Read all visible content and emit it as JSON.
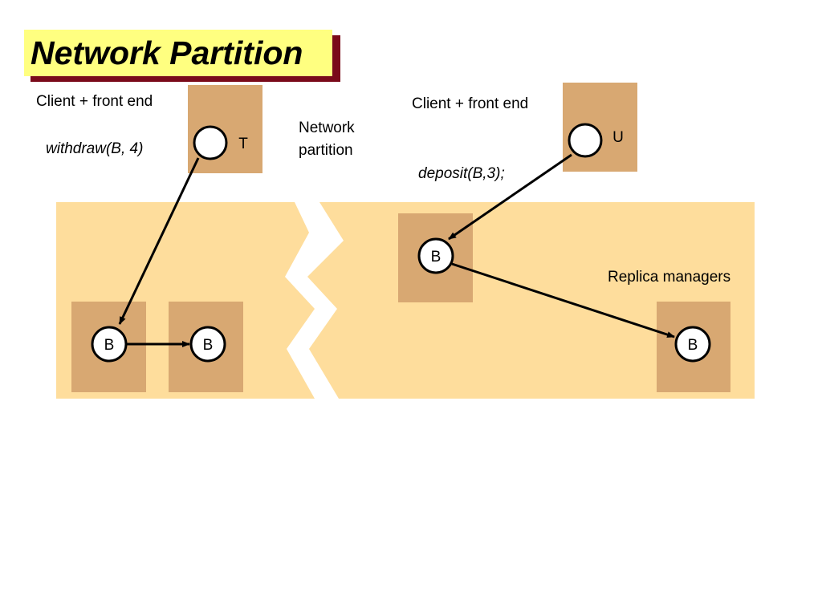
{
  "title": "Network Partition",
  "left_client": {
    "label": "Client + front end",
    "operation": "withdraw(B, 4)",
    "transaction": "T"
  },
  "right_client": {
    "label": "Client + front end",
    "operation": "deposit(B,3);",
    "transaction": "U"
  },
  "partition_label_line1": "Network",
  "partition_label_line2": "partition",
  "replica_managers_label": "Replica managers",
  "replica_label": "B",
  "colors": {
    "region": "#fedd9c",
    "box": "#d8a872",
    "title_bg": "#ffff80",
    "title_shadow": "#7a0a1a"
  }
}
